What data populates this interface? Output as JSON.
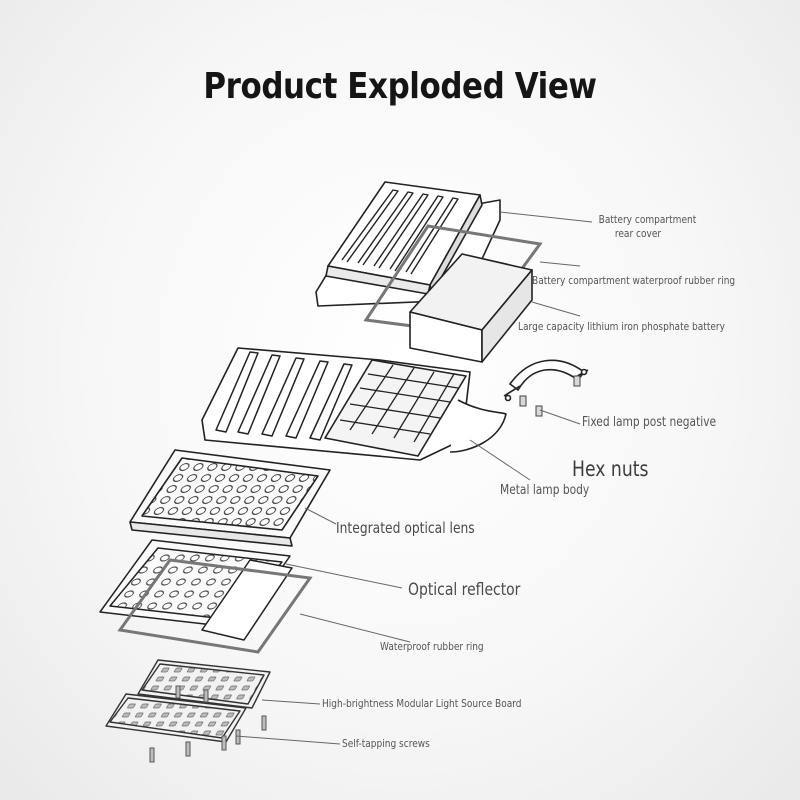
{
  "title": "Product Exploded View",
  "labels": {
    "battery_rear_cover_1": "Battery compartment",
    "battery_rear_cover_2": "rear cover",
    "battery_ring": "Battery compartment waterproof rubber ring",
    "battery": "Large capacity lithium iron phosphate battery",
    "lamp_post": "Fixed lamp post negative",
    "hex_nuts": "Hex nuts",
    "lamp_body": "Metal lamp body",
    "optical_lens": "Integrated optical lens",
    "optical_reflector": "Optical reflector",
    "waterproof_ring": "Waterproof rubber ring",
    "light_source_board": "High-brightness Modular Light Source Board",
    "screws": "Self-tapping screws"
  }
}
